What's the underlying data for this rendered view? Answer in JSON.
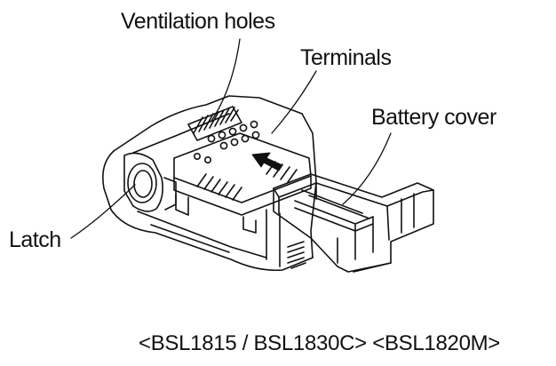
{
  "labels": {
    "ventilation_holes": "Ventilation holes",
    "terminals": "Terminals",
    "battery_cover": "Battery cover",
    "latch": "Latch"
  },
  "caption": "<BSL1815 / BSL1830C> <BSL1820M>",
  "colors": {
    "line": "#111111",
    "background": "#ffffff"
  }
}
